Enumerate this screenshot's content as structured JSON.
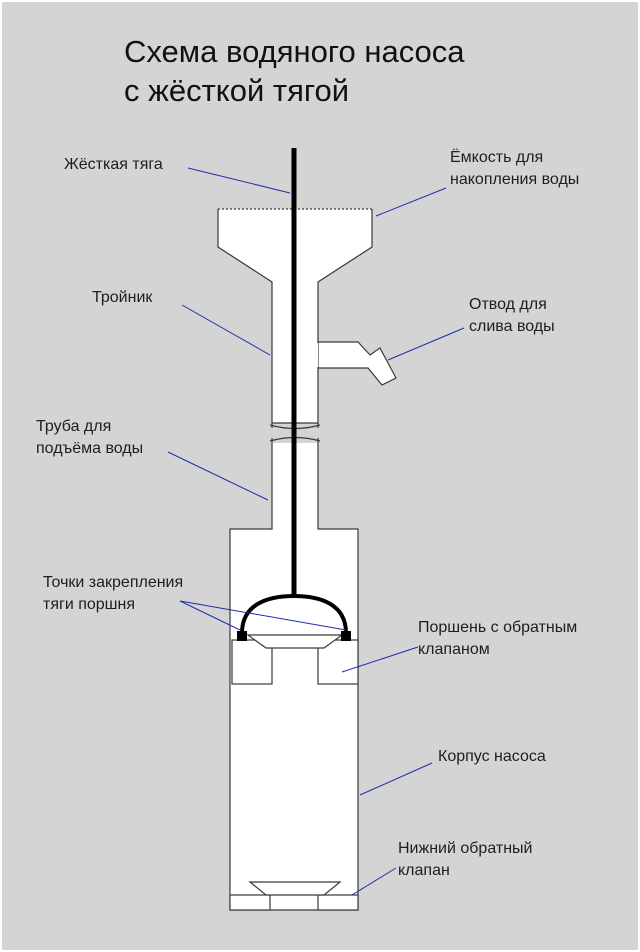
{
  "title": [
    "Схема водяного насоса",
    "с жёсткой тягой"
  ],
  "labels": {
    "rod": [
      "Жёсткая тяга"
    ],
    "tank": [
      "Ёмкость для",
      "накопления воды"
    ],
    "tee": [
      "Тройник"
    ],
    "outlet": [
      "Отвод для",
      "слива воды"
    ],
    "pipe": [
      "Труба для",
      "подъёма воды"
    ],
    "attach_points": [
      "Точки закрепления",
      "тяги поршня"
    ],
    "piston": [
      "Поршень с обратным",
      "клапаном"
    ],
    "body": [
      "Корпус насоса"
    ],
    "bottom_valve": [
      "Нижний обратный",
      "клапан"
    ]
  },
  "colors": {
    "background": "#d4d4d4",
    "frame": "#ffffff",
    "structure": "#ffffff",
    "outline": "#3a3a3a",
    "rod": "#000000",
    "leader": "#1f2fa6"
  }
}
